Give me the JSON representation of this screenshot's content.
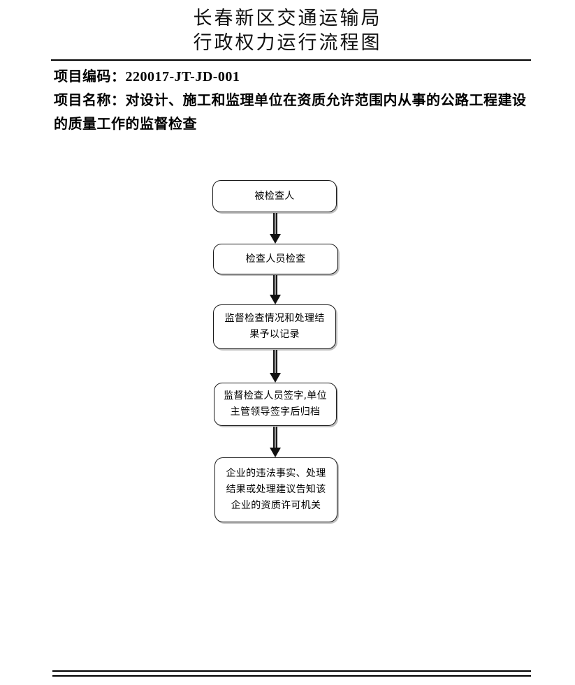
{
  "document": {
    "title_line_1": "长春新区交通运输局",
    "title_line_2": "行政权力运行流程图",
    "project_code": "项目编码：220017-JT-JD-001",
    "project_name": "项目名称：对设计、施工和监理单位在资质允许范围内从事的公路工程建设的质量工作的监督检查"
  },
  "flowchart": {
    "type": "vertical-process-flow",
    "node_count": 5,
    "arrow_count": 4,
    "nodes": [
      {
        "id": "node-1",
        "label": "被检查人",
        "lines": 1
      },
      {
        "id": "node-2",
        "label": "检查人员检查",
        "lines": 1
      },
      {
        "id": "node-3",
        "label": "监督检查情况和处理结\n果予以记录",
        "lines": 2
      },
      {
        "id": "node-4",
        "label": "监督检查人员签字,单位\n主管领导签字后归档",
        "lines": 2
      },
      {
        "id": "node-5",
        "label": "企业的违法事实、处理\n结果或处理建议告知该\n企业的资质许可机关",
        "lines": 3
      }
    ]
  },
  "colors": {
    "page_background": "#ffffff",
    "text": "#000000",
    "node_border": "#1a1a1a",
    "node_fill": "#ffffff",
    "node_shadow": "#8c8c8c",
    "arrow": "#111111",
    "arrow_core": "#9a9a9a",
    "rule": "#000000"
  }
}
